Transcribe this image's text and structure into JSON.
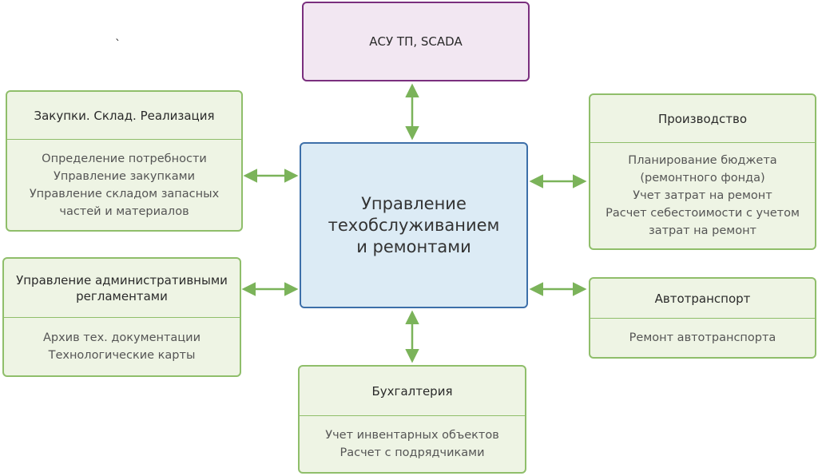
{
  "top_system": "АСУ ТП, SCADA",
  "center_lines": [
    "Управление",
    "техобслуживанием",
    "и ремонтами"
  ],
  "stray_mark": "`",
  "boxes": {
    "purchasing": {
      "title": [
        "Закупки. Склад. Реализация"
      ],
      "items": [
        "Определение потребности",
        "Управление закупками",
        "Управление складом запасных",
        "частей и материалов"
      ]
    },
    "admin": {
      "title": [
        "Управление административными",
        "регламентами"
      ],
      "items": [
        "Архив тех. документации",
        "Технологические карты"
      ]
    },
    "production": {
      "title": [
        "Производство"
      ],
      "items": [
        "Планирование бюджета",
        "(ремонтного фонда)",
        "Учет затрат на ремонт",
        "Расчет себестоимости с учетом",
        "затрат на ремонт"
      ]
    },
    "transport": {
      "title": [
        "Автотранспорт"
      ],
      "items": [
        "Ремонт автотранспорта"
      ]
    },
    "accounting": {
      "title": [
        "Бухгалтерия"
      ],
      "items": [
        "Учет инвентарных объектов",
        "Расчет с подрядчиками"
      ]
    }
  },
  "colors": {
    "module_border": "#8fbe6a",
    "module_fill": "#eef4e4",
    "scada_border": "#7a2f7e",
    "scada_fill": "#f2e7f2",
    "center_border": "#3d6fa9",
    "center_fill": "#dcebf5",
    "arrow": "#7bb35a"
  }
}
